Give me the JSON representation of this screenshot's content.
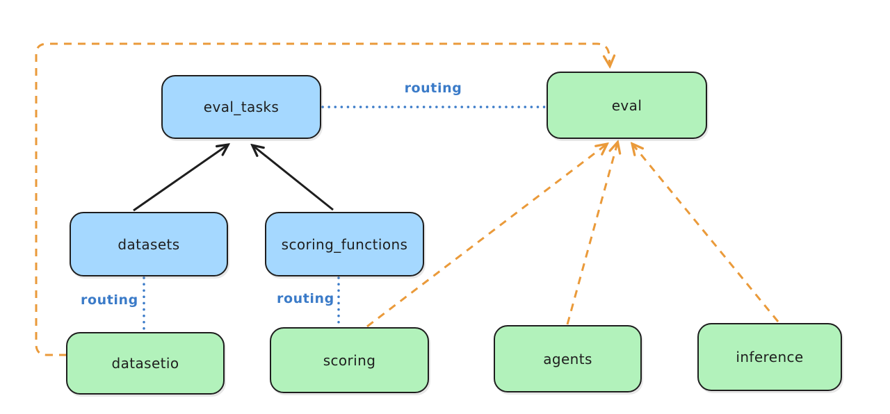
{
  "diagram": {
    "nodes": [
      {
        "id": "eval_tasks",
        "label": "eval_tasks",
        "fill": "#a5d8ff"
      },
      {
        "id": "eval",
        "label": "eval",
        "fill": "#b2f2bb"
      },
      {
        "id": "datasets",
        "label": "datasets",
        "fill": "#a5d8ff"
      },
      {
        "id": "scoring_functions",
        "label": "scoring_functions",
        "fill": "#a5d8ff"
      },
      {
        "id": "datasetio",
        "label": "datasetio",
        "fill": "#b2f2bb"
      },
      {
        "id": "scoring",
        "label": "scoring",
        "fill": "#b2f2bb"
      },
      {
        "id": "agents",
        "label": "agents",
        "fill": "#b2f2bb"
      },
      {
        "id": "inference",
        "label": "inference",
        "fill": "#b2f2bb"
      }
    ],
    "routing_labels": [
      "routing",
      "routing",
      "routing"
    ],
    "edges": [
      {
        "from": "datasets",
        "to": "eval_tasks",
        "style": "solid-arrow",
        "color": "#1e1e1e"
      },
      {
        "from": "scoring_functions",
        "to": "eval_tasks",
        "style": "solid-arrow",
        "color": "#1e1e1e"
      },
      {
        "from": "eval_tasks",
        "to": "eval",
        "style": "dotted",
        "label": "routing",
        "color": "#3b7bc8"
      },
      {
        "from": "datasets",
        "to": "datasetio",
        "style": "dotted",
        "label": "routing",
        "color": "#3b7bc8"
      },
      {
        "from": "scoring_functions",
        "to": "scoring",
        "style": "dotted",
        "label": "routing",
        "color": "#3b7bc8"
      },
      {
        "from": "datasetio",
        "to": "eval",
        "style": "dashed-arrow",
        "color": "#ea9a3a"
      },
      {
        "from": "scoring",
        "to": "eval",
        "style": "dashed-arrow",
        "color": "#ea9a3a"
      },
      {
        "from": "agents",
        "to": "eval",
        "style": "dashed-arrow",
        "color": "#ea9a3a"
      },
      {
        "from": "inference",
        "to": "eval",
        "style": "dashed-arrow",
        "color": "#ea9a3a"
      }
    ],
    "colors": {
      "blue_fill": "#a5d8ff",
      "green_fill": "#b2f2bb",
      "stroke": "#1e1e1e",
      "dashed_orange": "#ea9a3a",
      "routing_blue": "#3b7bc8",
      "background": "#ffffff"
    }
  }
}
